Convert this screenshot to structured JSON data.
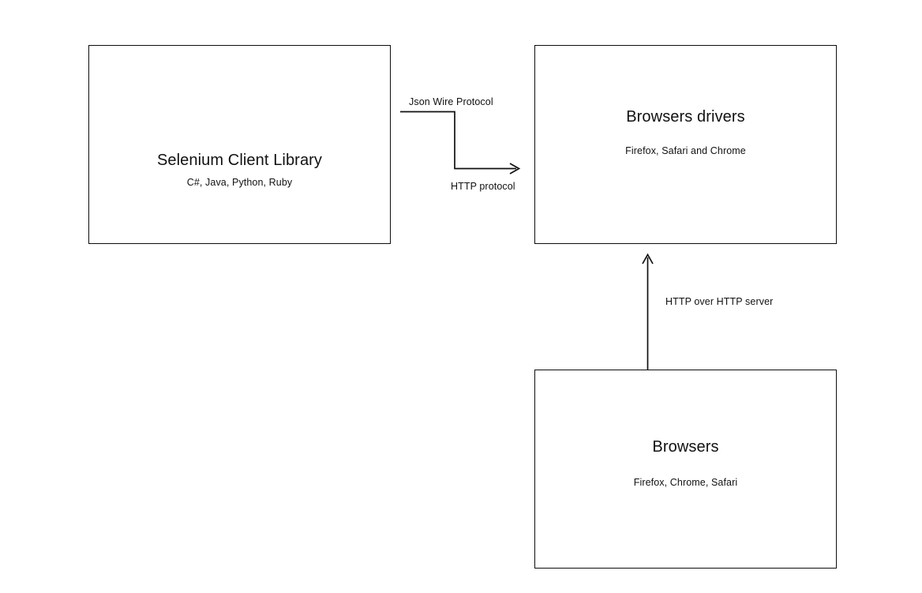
{
  "diagram": {
    "background_color": "#ffffff",
    "stroke_color": "#111111",
    "nodes": [
      {
        "id": "selenium-client-library",
        "title": "Selenium Client Library",
        "subtitle": "C#, Java, Python, Ruby"
      },
      {
        "id": "browsers-drivers",
        "title": "Browsers drivers",
        "subtitle": "Firefox, Safari and Chrome"
      },
      {
        "id": "browsers",
        "title": "Browsers",
        "subtitle": "Firefox, Chrome, Safari"
      }
    ],
    "edges": [
      {
        "id": "client-to-drivers",
        "label_top": "Json Wire Protocol",
        "label_bottom": "HTTP protocol",
        "from": "selenium-client-library",
        "to": "browsers-drivers",
        "style": "elbow-arrow"
      },
      {
        "id": "browsers-to-drivers",
        "label": "HTTP over HTTP server",
        "from": "browsers",
        "to": "browsers-drivers",
        "style": "straight-arrow-up"
      }
    ]
  }
}
